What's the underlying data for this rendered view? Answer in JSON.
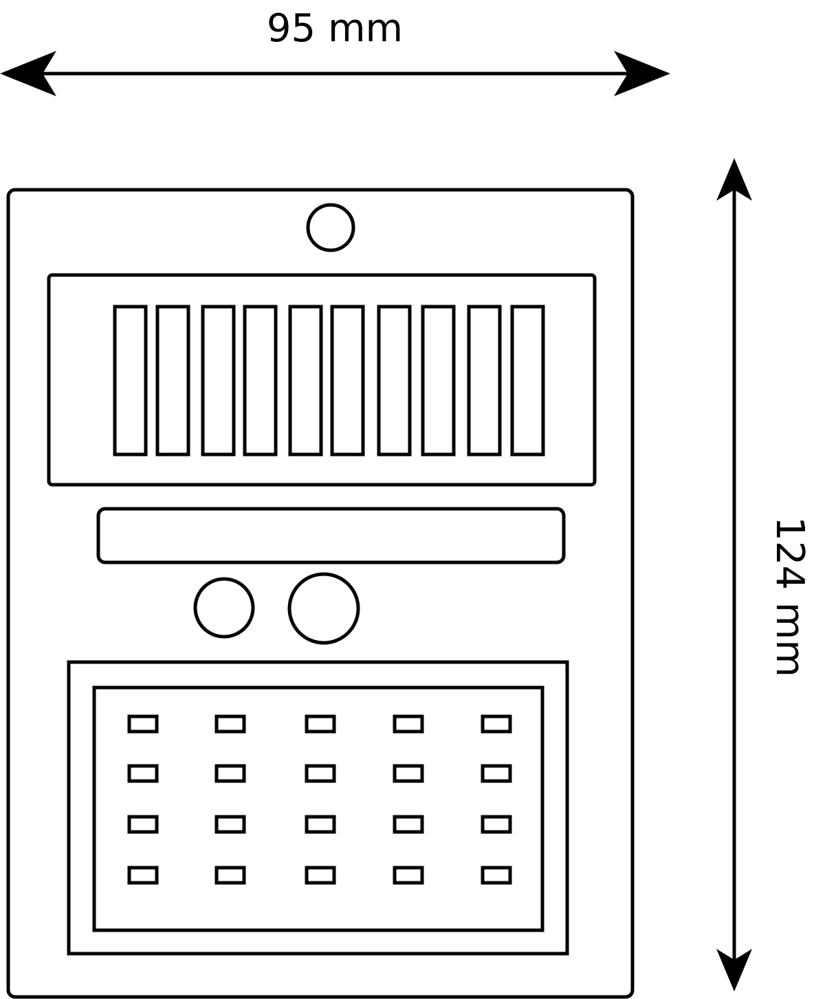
{
  "dimensions": {
    "width_label": "95 mm",
    "height_label": "124 mm"
  },
  "device": {
    "solar_cell_count": 10,
    "led_rows": 4,
    "led_columns": 5,
    "sensor_count": 2
  },
  "colors": {
    "stroke": "#000000",
    "background": "#ffffff"
  }
}
